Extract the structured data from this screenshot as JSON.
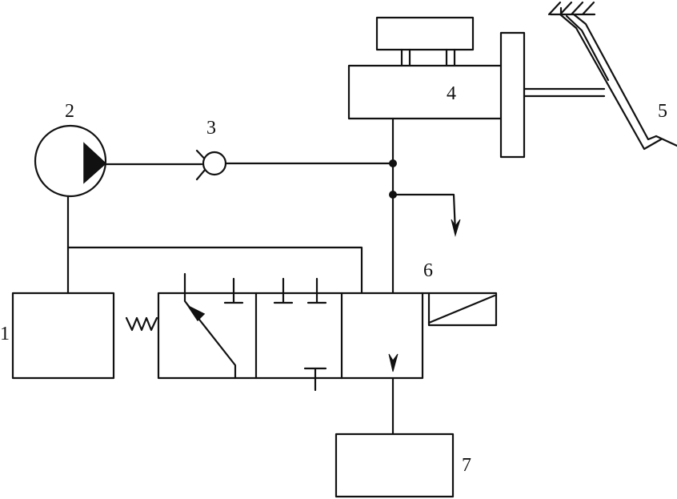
{
  "labels": {
    "tank": "1",
    "pump": "2",
    "check_valve": "3",
    "master_cylinder": "4",
    "pedal": "5",
    "solenoid_valve": "6",
    "receiver": "7"
  },
  "colors": {
    "stroke": "#111111",
    "background": "#ffffff"
  }
}
